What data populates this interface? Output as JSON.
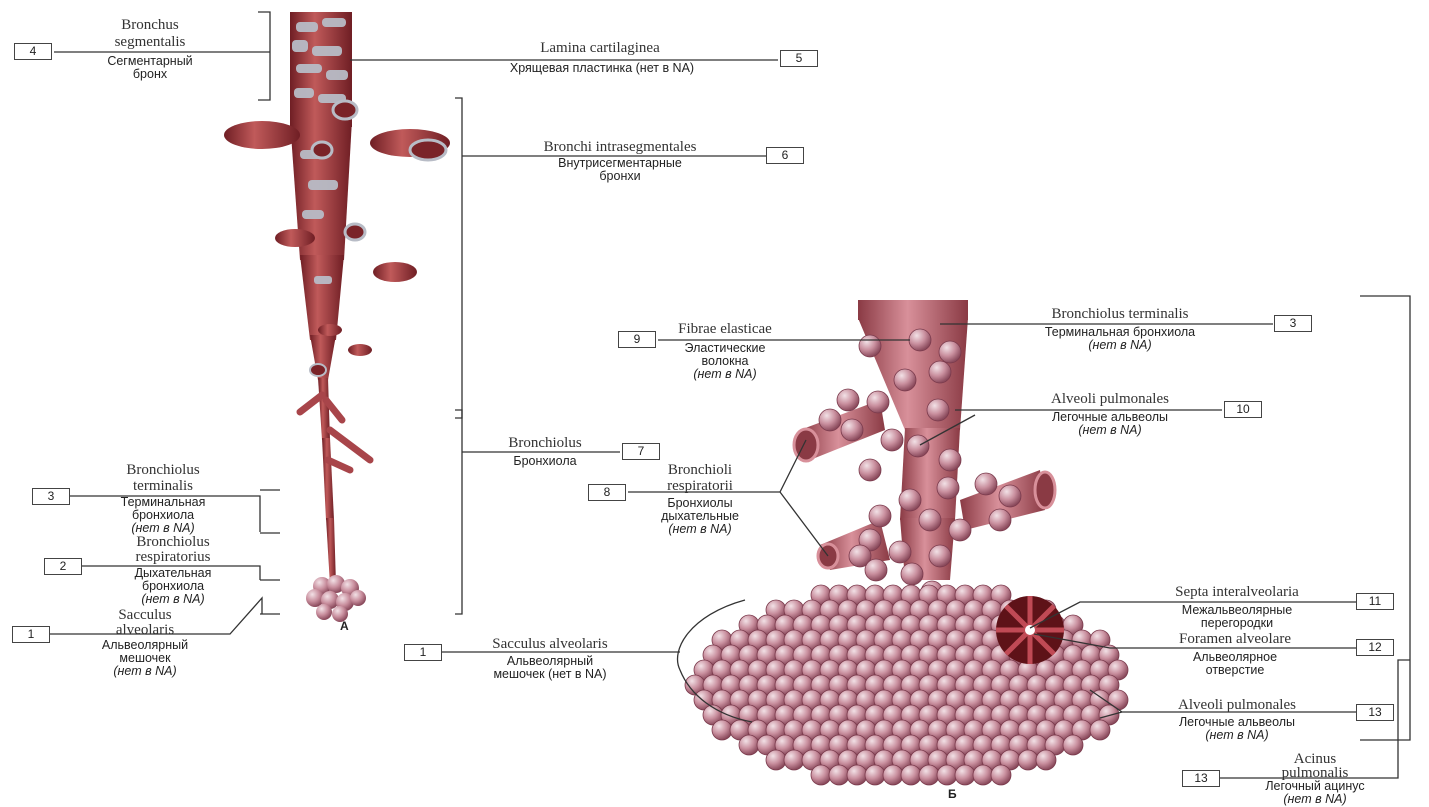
{
  "figure_letters": {
    "a": "А",
    "b": "Б"
  },
  "labels": {
    "bronchus_segmentalis": {
      "number": "4",
      "latin": [
        "Bronchus",
        "segmentalis"
      ],
      "russian": [
        "Сегментарный",
        "бронх"
      ]
    },
    "lamina_cartilaginea": {
      "number": "5",
      "latin": [
        "Lamina cartilaginea"
      ],
      "russian": [
        "Хрящевая пластинка (нет в NA)"
      ]
    },
    "bronchi_intrasegmentales": {
      "number": "6",
      "latin": [
        "Bronchi intrasegmentales"
      ],
      "russian": [
        "Внутрисегментарные",
        "бронхи"
      ]
    },
    "bronchiolus": {
      "number": "7",
      "latin": [
        "Bronchiolus"
      ],
      "russian": [
        "Бронхиола"
      ]
    },
    "bronchiolus_terminalis_a": {
      "number": "3",
      "latin": [
        "Bronchiolus",
        "terminalis"
      ],
      "russian": [
        "Терминальная",
        "бронхиола",
        "(нет в NA)"
      ]
    },
    "bronchiolus_respiratorius_a": {
      "number": "2",
      "latin": [
        "Bronchiolus",
        "respiratorius"
      ],
      "russian": [
        "Дыхательная",
        "бронхиола",
        "(нет в NA)"
      ]
    },
    "sacculus_alveolaris_a": {
      "number": "1",
      "latin": [
        "Sacculus",
        "alveolaris"
      ],
      "russian": [
        "Альвеолярный",
        "мешочек",
        "(нет в NA)"
      ]
    },
    "fibrae_elasticae": {
      "number": "9",
      "latin": [
        "Fibrae elasticae"
      ],
      "russian": [
        "Эластические",
        "волокна",
        "(нет в NA)"
      ]
    },
    "bronchiolus_terminalis_b": {
      "number": "3",
      "latin": [
        "Bronchiolus terminalis"
      ],
      "russian": [
        "Терминальная бронхиола",
        "(нет в NA)"
      ]
    },
    "alveoli_pulmonales_top": {
      "number": "10",
      "latin": [
        "Alveoli pulmonales"
      ],
      "russian": [
        "Легочные альвеолы",
        "(нет в NA)"
      ]
    },
    "bronchioli_respiratorii": {
      "number": "8",
      "latin": [
        "Bronchioli",
        "respiratorii"
      ],
      "russian": [
        "Бронхиолы",
        "дыхательные",
        "(нет в NA)"
      ]
    },
    "septa_interalveolaria": {
      "number": "11",
      "latin": [
        "Septa interalveolaria"
      ],
      "russian": [
        "Межальвеолярные",
        "перегородки"
      ]
    },
    "sacculus_alveolaris_b": {
      "number": "1",
      "latin": [
        "Sacculus alveolaris"
      ],
      "russian": [
        "Альвеолярный",
        "мешочек (нет в NA)"
      ]
    },
    "foramen_alveolare": {
      "number": "12",
      "latin": [
        "Foramen alveolare"
      ],
      "russian": [
        "Альвеолярное",
        "отверстие"
      ]
    },
    "alveoli_pulmonales_bottom": {
      "number": "13",
      "latin": [
        "Alveoli pulmonales"
      ],
      "russian": [
        "Легочные альвеолы",
        "(нет в NA)"
      ]
    },
    "acinus_pulmonalis": {
      "number": "13",
      "latin": [
        "Acinus",
        "pulmonalis"
      ],
      "russian": [
        "Легочный ацинус",
        "(нет в NA)"
      ]
    }
  },
  "colors": {
    "tissue": "#b0484a",
    "tissue_dark": "#7a2328",
    "cartilage": "#b8bcc6",
    "alveoli": "#c98f9e",
    "alveoli_highlight": "#ecd8de",
    "lines": "#333333"
  }
}
